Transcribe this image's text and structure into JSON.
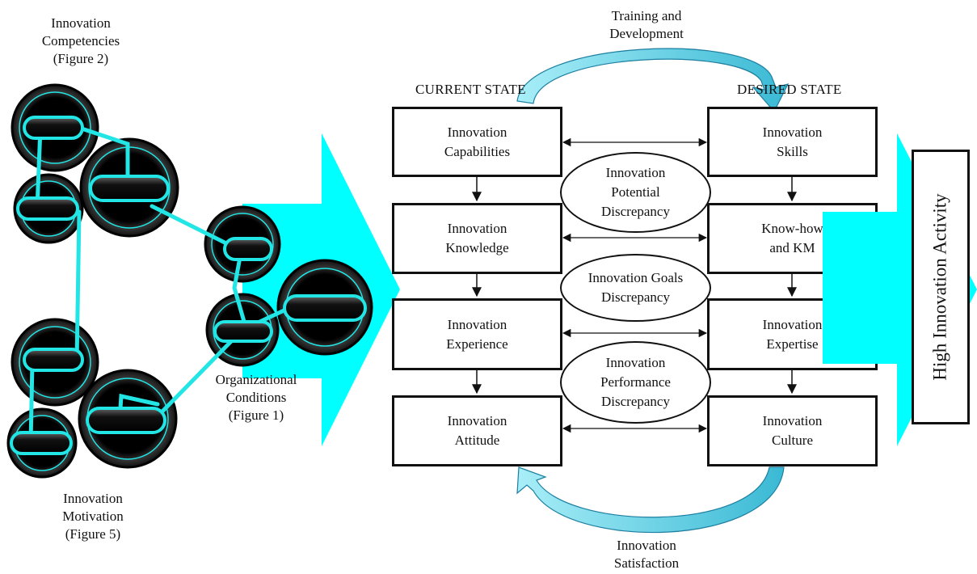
{
  "left": {
    "competencies_label": [
      "Innovation",
      "Competencies",
      "(Figure 2)"
    ],
    "motivation_label": [
      "Innovation",
      "Motivation",
      "(Figure 5)"
    ],
    "conditions_label": [
      "Organizational",
      "Conditions",
      "(Figure 1)"
    ]
  },
  "top_arrow_label": [
    "Training and",
    "Development"
  ],
  "bottom_arrow_label": [
    "Innovation",
    "Satisfaction"
  ],
  "current_state": {
    "header": "CURRENT STATE",
    "boxes": [
      {
        "line1": "Innovation",
        "line2": "Capabilities"
      },
      {
        "line1": "Innovation",
        "line2": "Knowledge"
      },
      {
        "line1": "Innovation",
        "line2": "Experience"
      },
      {
        "line1": "Innovation",
        "line2": "Attitude"
      }
    ]
  },
  "desired_state": {
    "header": "DESIRED STATE",
    "boxes": [
      {
        "line1": "Innovation",
        "line2": "Skills"
      },
      {
        "line1": "Know-how",
        "line2": "and KM"
      },
      {
        "line1": "Innovation",
        "line2": "Expertise"
      },
      {
        "line1": "Innovation",
        "line2": "Culture"
      }
    ]
  },
  "discrepancies": [
    [
      "Innovation",
      "Potential",
      "Discrepancy"
    ],
    [
      "Innovation Goals",
      "Discrepancy"
    ],
    [
      "Innovation",
      "Performance",
      "Discrepancy"
    ]
  ],
  "result_label": "High Innovation Activity",
  "colors": {
    "arrow_fill": "#00ffff",
    "curve_fill": "#5ec8dc",
    "ring_stroke": "#22e5e5",
    "pill_fill": "#000000"
  }
}
